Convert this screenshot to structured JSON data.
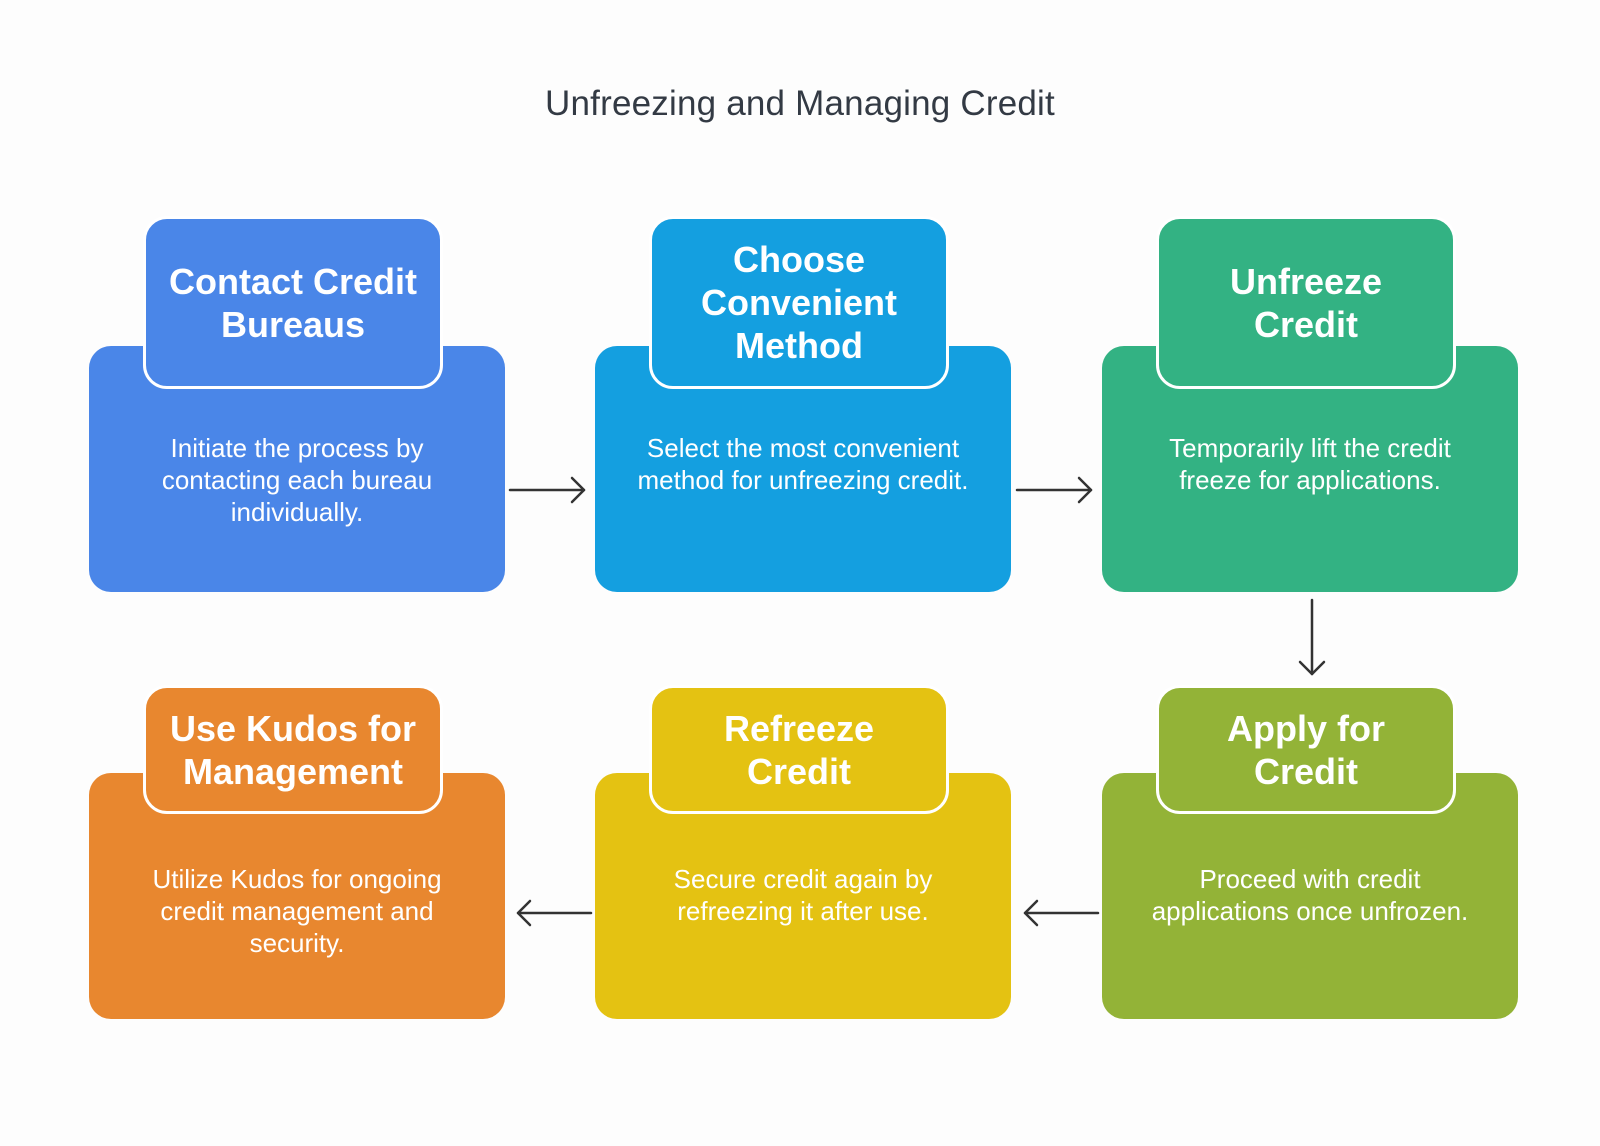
{
  "title": "Unfreezing and Managing Credit",
  "steps": [
    {
      "title": "Contact Credit Bureaus",
      "description": "Initiate the process by contacting each bureau individually.",
      "color": "#4a86e8"
    },
    {
      "title": "Choose Convenient Method",
      "description": "Select the most convenient method for unfreezing credit.",
      "color": "#149fe0"
    },
    {
      "title": "Unfreeze Credit",
      "description": "Temporarily lift the credit freeze for applications.",
      "color": "#33b283"
    },
    {
      "title": "Apply for Credit",
      "description": "Proceed with credit applications once unfrozen.",
      "color": "#93b337"
    },
    {
      "title": "Refreeze Credit",
      "description": "Secure credit again by refreezing it after use.",
      "color": "#e4c212"
    },
    {
      "title": "Use Kudos for Management",
      "description": "Utilize Kudos for ongoing credit management and security.",
      "color": "#e8872f"
    }
  ]
}
